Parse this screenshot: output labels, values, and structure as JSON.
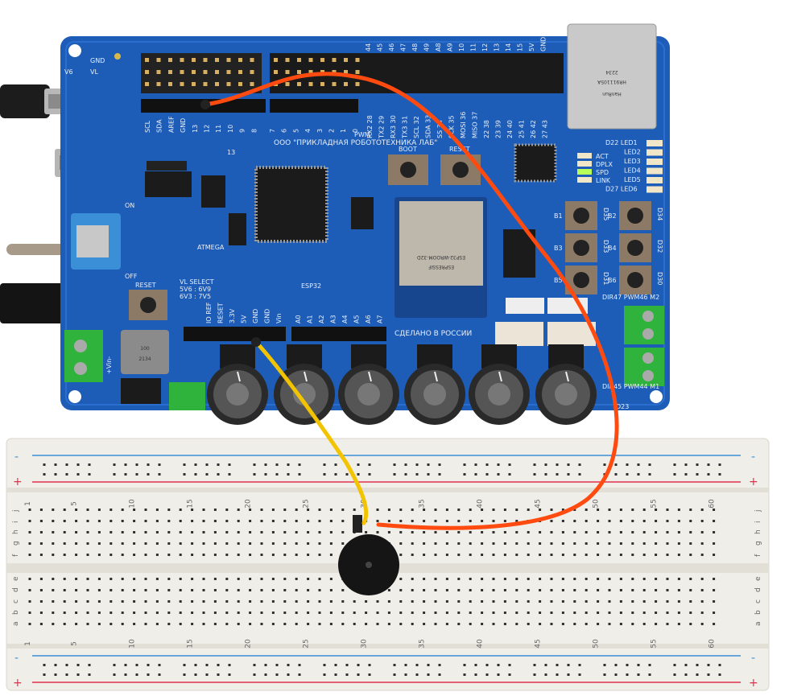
{
  "board": {
    "title": "ООО \"ПРИКЛАДНАЯ РОБОТОТЕХНИКА ЛАБ\"",
    "made_in": "СДЕЛАНО В РОССИИ",
    "pwm": "PWM",
    "top_left": [
      "GND",
      "VL",
      "V6"
    ],
    "top_right_pins": [
      "44",
      "45",
      "46",
      "47",
      "48",
      "49",
      "A8",
      "A9",
      "10",
      "11",
      "12",
      "13",
      "14",
      "15",
      "5V",
      "GND"
    ],
    "digital_pins": [
      "SCL",
      "SDA",
      "AREF",
      "GND",
      "13",
      "12",
      "11",
      "10",
      "9",
      "8",
      "7",
      "6",
      "5",
      "4",
      "3",
      "2",
      "1",
      "0"
    ],
    "mega_pins": [
      "RX2 28",
      "TX2 29",
      "RX3 30",
      "TX3 31",
      "SCL 32",
      "SDA 33",
      "SS 34",
      "SCK 35",
      "MOSI 36",
      "MISO 37",
      "22 38",
      "23 39",
      "24 40",
      "25 41",
      "26 42",
      "27 43"
    ],
    "power_pins": [
      "IO REF",
      "RESET",
      "3.3V",
      "5V",
      "GND",
      "GND",
      "Vin"
    ],
    "analog_pins": [
      "A0",
      "A1",
      "A2",
      "A3",
      "A4",
      "A5",
      "A6",
      "A7"
    ],
    "boot": "BOOT",
    "reset": "RESET",
    "reset_main": "RESET",
    "atmega": "ATMEGA",
    "esp32": "ESP32",
    "label_13": "13",
    "vl_select": [
      "VL SELECT",
      "5V6 : 6V9",
      "6V3 : 7V5"
    ],
    "on": "ON",
    "off": "OFF",
    "vin": "+Vin-",
    "inductor": [
      "100",
      "2134"
    ],
    "eth_leds": [
      "ACT",
      "DPLX",
      "SPD",
      "LINK"
    ],
    "leds": [
      "D22 LED1",
      "LED2",
      "LED3",
      "LED4",
      "LED5",
      "D27 LED6"
    ],
    "buttons": [
      {
        "name": "B1",
        "pin": "D35"
      },
      {
        "name": "B2",
        "pin": "D34"
      },
      {
        "name": "B3",
        "pin": "D33"
      },
      {
        "name": "B4",
        "pin": "D32"
      },
      {
        "name": "B5",
        "pin": "D31"
      },
      {
        "name": "B6",
        "pin": "D30"
      }
    ],
    "motor_labels": [
      "DIR47 PWM46 M2",
      "DIR45 PWM44 M1"
    ],
    "d23": "D23",
    "esp_module": [
      "ESPRESSIF",
      "ESP32-WROOM-32D"
    ],
    "eth_jack": [
      "HanRun",
      "HR911105A",
      "2234"
    ],
    "colors": {
      "pcb": "#1d5db8",
      "wire_orange": "#ff4a10",
      "wire_yellow": "#f2c400",
      "breadboard": "#f0eee8"
    }
  },
  "breadboard": {
    "column_labels": [
      "1",
      "5",
      "10",
      "15",
      "20",
      "25",
      "30",
      "35",
      "40",
      "45",
      "50",
      "55",
      "60"
    ],
    "rows_top": [
      "j",
      "i",
      "h",
      "g",
      "f"
    ],
    "rows_bottom": [
      "e",
      "d",
      "c",
      "b",
      "a"
    ],
    "minus": "-",
    "plus": "+"
  }
}
